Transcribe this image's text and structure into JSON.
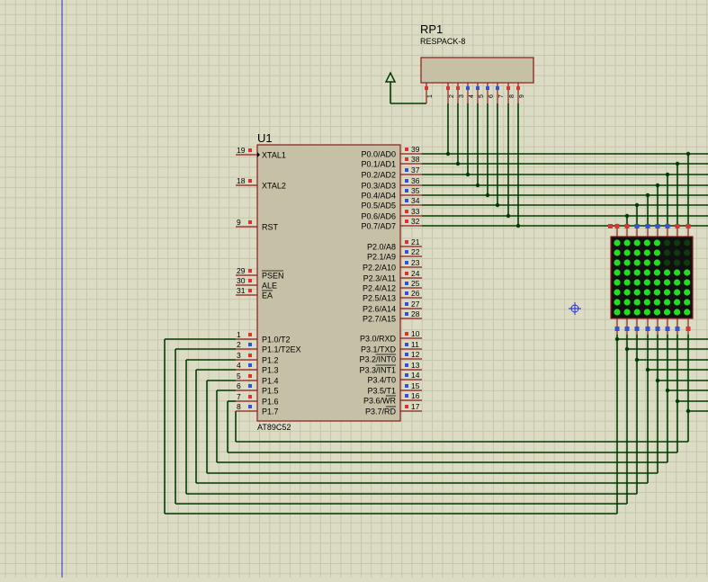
{
  "u1": {
    "ref": "U1",
    "part": "AT89C52",
    "left_pins": [
      {
        "num": "19",
        "label": "XTAL1"
      },
      {
        "num": "18",
        "label": "XTAL2"
      },
      {
        "num": "9",
        "label": "RST"
      },
      {
        "num": "29",
        "label": "PSEN"
      },
      {
        "num": "30",
        "label": "ALE"
      },
      {
        "num": "31",
        "label": "EA"
      },
      {
        "num": "1",
        "label": "P1.0/T2"
      },
      {
        "num": "2",
        "label": "P1.1/T2EX"
      },
      {
        "num": "3",
        "label": "P1.2"
      },
      {
        "num": "4",
        "label": "P1.3"
      },
      {
        "num": "5",
        "label": "P1.4"
      },
      {
        "num": "6",
        "label": "P1.5"
      },
      {
        "num": "7",
        "label": "P1.6"
      },
      {
        "num": "8",
        "label": "P1.7"
      }
    ],
    "right_pins": [
      {
        "num": "39",
        "label": "P0.0/AD0"
      },
      {
        "num": "38",
        "label": "P0.1/AD1"
      },
      {
        "num": "37",
        "label": "P0.2/AD2"
      },
      {
        "num": "36",
        "label": "P0.3/AD3"
      },
      {
        "num": "35",
        "label": "P0.4/AD4"
      },
      {
        "num": "34",
        "label": "P0.5/AD5"
      },
      {
        "num": "33",
        "label": "P0.6/AD6"
      },
      {
        "num": "32",
        "label": "P0.7/AD7"
      },
      {
        "num": "21",
        "label": "P2.0/A8"
      },
      {
        "num": "22",
        "label": "P2.1/A9"
      },
      {
        "num": "23",
        "label": "P2.2/A10"
      },
      {
        "num": "24",
        "label": "P2.3/A11"
      },
      {
        "num": "25",
        "label": "P2.4/A12"
      },
      {
        "num": "26",
        "label": "P2.5/A13"
      },
      {
        "num": "27",
        "label": "P2.6/A14"
      },
      {
        "num": "28",
        "label": "P2.7/A15"
      },
      {
        "num": "10",
        "label": "P3.0/RXD"
      },
      {
        "num": "11",
        "label": "P3.1/TXD"
      },
      {
        "num": "12",
        "label": "P3.2/INT0"
      },
      {
        "num": "13",
        "label": "P3.3/INT1"
      },
      {
        "num": "14",
        "label": "P3.4/T0"
      },
      {
        "num": "15",
        "label": "P3.5/T1"
      },
      {
        "num": "16",
        "label": "P3.6/WR"
      },
      {
        "num": "17",
        "label": "P3.7/RD"
      }
    ]
  },
  "rp1": {
    "ref": "RP1",
    "part": "RESPACK-8",
    "pins": [
      "1",
      "2",
      "3",
      "4",
      "5",
      "6",
      "7",
      "8",
      "9"
    ]
  },
  "matrix": {
    "rows": 8,
    "cols": 8,
    "lit_color": "#22dd22",
    "dim_color": "#0f3a0f",
    "body_color": "#101010",
    "dim_cells": [
      [
        0,
        5
      ],
      [
        0,
        6
      ],
      [
        0,
        7
      ],
      [
        1,
        5
      ],
      [
        1,
        6
      ],
      [
        1,
        7
      ],
      [
        2,
        5
      ],
      [
        2,
        6
      ],
      [
        2,
        7
      ]
    ]
  },
  "colors": {
    "background": "#dcdcc4",
    "grid": "#c6c6ad",
    "wire": "#003c00",
    "component_fill": "#c6c0a6",
    "component_border": "#8c1a1a",
    "pin_red": "#e03030",
    "pin_blue": "#3050e0",
    "margin_line": "#2a2ad8"
  }
}
